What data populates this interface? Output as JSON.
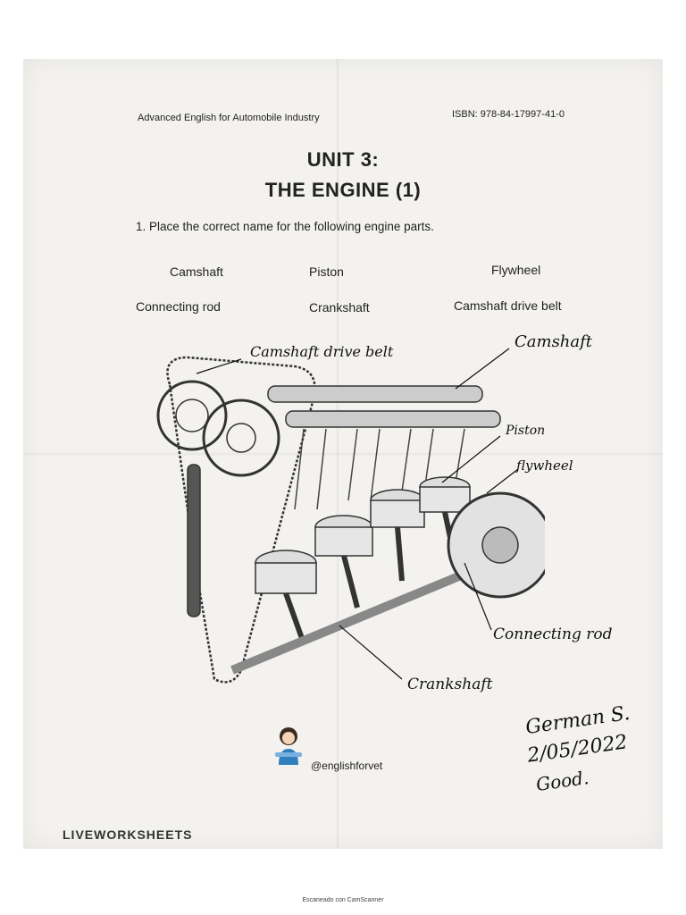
{
  "header": {
    "book_title": "Advanced English for Automobile Industry",
    "isbn": "ISBN: 978-84-17997-41-0"
  },
  "unit": {
    "title_line1": "UNIT 3:",
    "title_line2": "THE ENGINE (1)"
  },
  "exercise": {
    "instruction": "1. Place the correct name for the following engine parts.",
    "word_bank": [
      "Camshaft",
      "Piston",
      "Flywheel",
      "Connecting rod",
      "Crankshaft",
      "Camshaft drive belt"
    ]
  },
  "handwritten_labels": {
    "camshaft_drive_belt": "Camshaft drive belt",
    "camshaft": "Camshaft",
    "piston": "Piston",
    "flywheel": "flywheel",
    "connecting_rod": "Connecting rod",
    "crankshaft": "Crankshaft"
  },
  "handwritten_note": {
    "name": "German S.",
    "date": "2/05/2022",
    "grade": "Good."
  },
  "footer": {
    "credit": "@englishforvet",
    "brand": "LIVEWORKSHEETS",
    "scanner": "Escaneado con CamScanner"
  },
  "colors": {
    "paper": "#f3f2ef",
    "ink": "#222222",
    "pen": "#111111"
  }
}
